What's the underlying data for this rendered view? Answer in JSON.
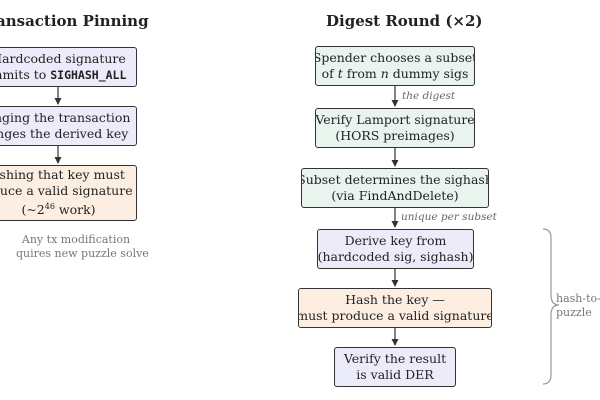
{
  "left": {
    "title": "ansaction Pinning",
    "box1": {
      "line1": "Hardcoded signature",
      "line2_prefix": "mmits to ",
      "line2_code": "SIGHASH_ALL"
    },
    "box2": {
      "line1": "anging the transaction",
      "line2": "anges the derived key"
    },
    "box3": {
      "line1": "ashing that key must",
      "line2": "oduce a valid signature",
      "line3_prefix": "(∼2",
      "line3_exp": "46",
      "line3_suffix": " work)"
    },
    "note": {
      "line1": "Any tx modification",
      "line2": "quires new puzzle solve"
    }
  },
  "right": {
    "title": "Digest Round (×2)",
    "box1": {
      "line1": "Spender chooses a subset",
      "line2_a": "of ",
      "line2_t": "t",
      "line2_b": " from ",
      "line2_n": "n",
      "line2_c": " dummy sigs"
    },
    "label1": "the digest",
    "box2": {
      "line1": "Verify Lamport signature",
      "line2": "(HORS preimages)"
    },
    "box3": {
      "line1": "Subset determines the sighash",
      "line2": "(via FindAndDelete)"
    },
    "label2": "unique per subset",
    "box4": {
      "line1": "Derive key from",
      "line2": "(hardcoded sig, sighash)"
    },
    "box5": {
      "line1": "Hash the key —",
      "line2": "must produce a valid signature"
    },
    "box6": {
      "line1": "Verify the result",
      "line2": "is valid DER"
    },
    "brace_label": {
      "line1": "hash-to-s",
      "line2": "puzzle"
    }
  },
  "colors": {
    "purple": "#ecebfa",
    "green": "#e9f4ee",
    "orange": "#fcefe2",
    "border": "#333333"
  }
}
